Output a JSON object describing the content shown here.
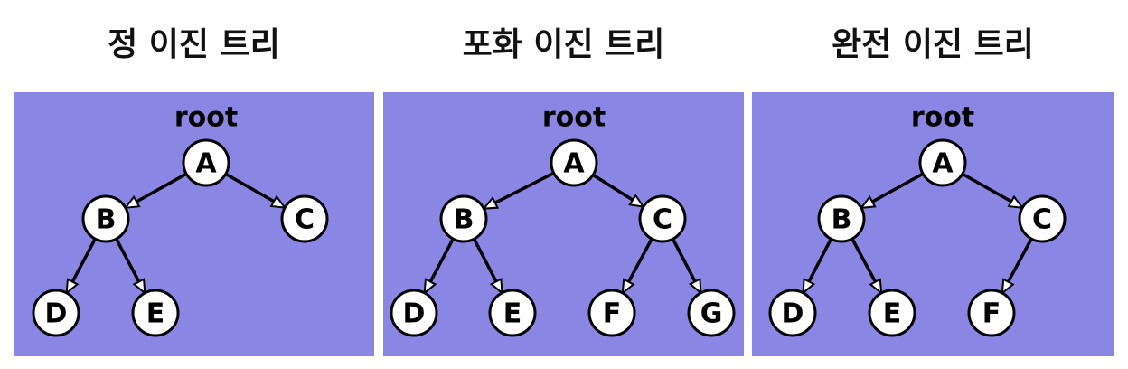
{
  "trees": [
    {
      "title": "정 이진 트리",
      "root_label": "root",
      "nodes": [
        "A",
        "B",
        "C",
        "D",
        "E"
      ],
      "edges": [
        [
          "A",
          "B"
        ],
        [
          "A",
          "C"
        ],
        [
          "B",
          "D"
        ],
        [
          "B",
          "E"
        ]
      ]
    },
    {
      "title": "포화 이진 트리",
      "root_label": "root",
      "nodes": [
        "A",
        "B",
        "C",
        "D",
        "E",
        "F",
        "G"
      ],
      "edges": [
        [
          "A",
          "B"
        ],
        [
          "A",
          "C"
        ],
        [
          "B",
          "D"
        ],
        [
          "B",
          "E"
        ],
        [
          "C",
          "F"
        ],
        [
          "C",
          "G"
        ]
      ]
    },
    {
      "title": "완전 이진 트리",
      "root_label": "root",
      "nodes": [
        "A",
        "B",
        "C",
        "D",
        "E",
        "F"
      ],
      "edges": [
        [
          "A",
          "B"
        ],
        [
          "A",
          "C"
        ],
        [
          "B",
          "D"
        ],
        [
          "B",
          "E"
        ],
        [
          "C",
          "F"
        ]
      ]
    }
  ],
  "colors": {
    "panel": "#8a86e4",
    "node_fill": "#ffffff",
    "stroke": "#000000"
  }
}
